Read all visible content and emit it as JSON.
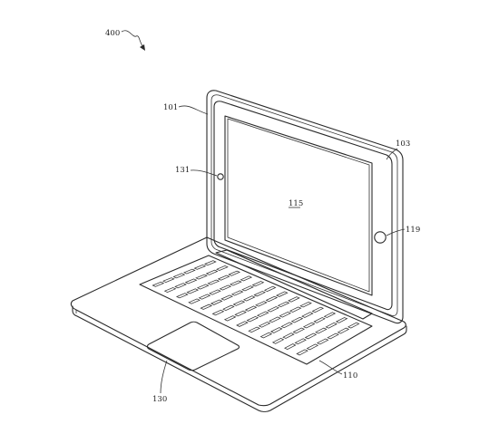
{
  "figure": {
    "refs": {
      "device": "400",
      "lid": "101",
      "bezel": "103",
      "display": "115",
      "camera": "131",
      "home_button": "119",
      "keyboard": "110",
      "trackpad": "130"
    }
  }
}
